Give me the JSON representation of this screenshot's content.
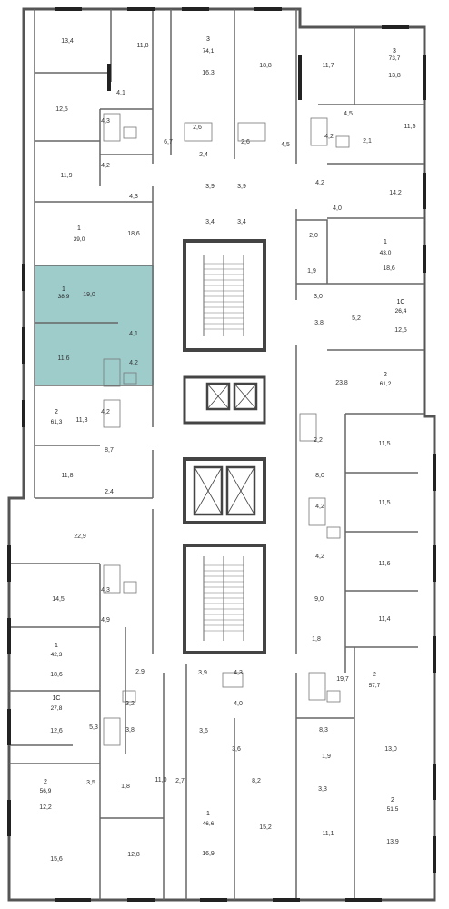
{
  "highlight_color": "#9ecccb",
  "wall_color": "#555555",
  "apartments": [
    {
      "id": "a01",
      "rooms": "3",
      "area": "74,1"
    },
    {
      "id": "a02",
      "rooms": "3",
      "area": "73,7"
    },
    {
      "id": "a03",
      "rooms": "1",
      "area": "39,0"
    },
    {
      "id": "a04",
      "rooms": "1",
      "area": "43,0"
    },
    {
      "id": "a05",
      "rooms": "1",
      "area": "38,9",
      "highlighted": true
    },
    {
      "id": "a06",
      "rooms": "1С",
      "area": "26,4"
    },
    {
      "id": "a07",
      "rooms": "2",
      "area": "61,2"
    },
    {
      "id": "a08",
      "rooms": "2",
      "area": "61,3"
    },
    {
      "id": "a09",
      "rooms": "2",
      "area": "57,7"
    },
    {
      "id": "a10",
      "rooms": "1",
      "area": "42,3"
    },
    {
      "id": "a11",
      "rooms": "1С",
      "area": "27,8"
    },
    {
      "id": "a12",
      "rooms": "2",
      "area": "56,9"
    },
    {
      "id": "a13",
      "rooms": "2",
      "area": "51,5"
    },
    {
      "id": "a14",
      "rooms": "1",
      "area": "46,6"
    }
  ],
  "rooms": [
    {
      "id": "r001",
      "area": "13,4"
    },
    {
      "id": "r002",
      "area": "11,8"
    },
    {
      "id": "r003",
      "area": "16,3"
    },
    {
      "id": "r004",
      "area": "18,8"
    },
    {
      "id": "r005",
      "area": "11,7"
    },
    {
      "id": "r006",
      "area": "13,8"
    },
    {
      "id": "r007",
      "area": "4,1"
    },
    {
      "id": "r008",
      "area": "12,5"
    },
    {
      "id": "r009",
      "area": "4,3"
    },
    {
      "id": "r010",
      "area": "2,6"
    },
    {
      "id": "r011",
      "area": "6,7"
    },
    {
      "id": "r012",
      "area": "2,6"
    },
    {
      "id": "r013",
      "area": "4,5"
    },
    {
      "id": "r014",
      "area": "4,5"
    },
    {
      "id": "r015",
      "area": "11,5"
    },
    {
      "id": "r016",
      "area": "4,2"
    },
    {
      "id": "r017",
      "area": "2,1"
    },
    {
      "id": "r018",
      "area": "4,2"
    },
    {
      "id": "r019",
      "area": "2,4"
    },
    {
      "id": "r020",
      "area": "11,9"
    },
    {
      "id": "r021",
      "area": "4,3"
    },
    {
      "id": "r022",
      "area": "3,9"
    },
    {
      "id": "r023",
      "area": "3,9"
    },
    {
      "id": "r024",
      "area": "4,2"
    },
    {
      "id": "r025",
      "area": "14,2"
    },
    {
      "id": "r026",
      "area": "4,0"
    },
    {
      "id": "r027",
      "area": "3,4"
    },
    {
      "id": "r028",
      "area": "3,4"
    },
    {
      "id": "r029",
      "area": "18,6"
    },
    {
      "id": "r030",
      "area": "2,0"
    },
    {
      "id": "r031",
      "area": "1,9"
    },
    {
      "id": "r032",
      "area": "18,6"
    },
    {
      "id": "r033",
      "area": "19,0"
    },
    {
      "id": "r034",
      "area": "3,0"
    },
    {
      "id": "r035",
      "area": "5,2"
    },
    {
      "id": "r036",
      "area": "12,5"
    },
    {
      "id": "r037",
      "area": "3,8"
    },
    {
      "id": "r038",
      "area": "4,1"
    },
    {
      "id": "r039",
      "area": "11,6"
    },
    {
      "id": "r040",
      "area": "4,2"
    },
    {
      "id": "r041",
      "area": "23,8"
    },
    {
      "id": "r042",
      "area": "4,2"
    },
    {
      "id": "r043",
      "area": "11,3"
    },
    {
      "id": "r044",
      "area": "2,2"
    },
    {
      "id": "r045",
      "area": "11,5"
    },
    {
      "id": "r046",
      "area": "8,7"
    },
    {
      "id": "r047",
      "area": "8,0"
    },
    {
      "id": "r048",
      "area": "11,8"
    },
    {
      "id": "r049",
      "area": "2,4"
    },
    {
      "id": "r050",
      "area": "4,2"
    },
    {
      "id": "r051",
      "area": "11,5"
    },
    {
      "id": "r052",
      "area": "22,9"
    },
    {
      "id": "r053",
      "area": "4,2"
    },
    {
      "id": "r054",
      "area": "11,6"
    },
    {
      "id": "r055",
      "area": "4,3"
    },
    {
      "id": "r056",
      "area": "14,5"
    },
    {
      "id": "r057",
      "area": "9,0"
    },
    {
      "id": "r058",
      "area": "11,4"
    },
    {
      "id": "r059",
      "area": "4,9"
    },
    {
      "id": "r060",
      "area": "1,8"
    },
    {
      "id": "r061",
      "area": "18,6"
    },
    {
      "id": "r062",
      "area": "2,9"
    },
    {
      "id": "r063",
      "area": "3,9"
    },
    {
      "id": "r064",
      "area": "4,3"
    },
    {
      "id": "r065",
      "area": "19,7"
    },
    {
      "id": "r066",
      "area": "4,0"
    },
    {
      "id": "r067",
      "area": "3,2"
    },
    {
      "id": "r068",
      "area": "5,3"
    },
    {
      "id": "r069",
      "area": "3,8"
    },
    {
      "id": "r070",
      "area": "12,6"
    },
    {
      "id": "r071",
      "area": "3,6"
    },
    {
      "id": "r072",
      "area": "3,6"
    },
    {
      "id": "r073",
      "area": "8,3"
    },
    {
      "id": "r074",
      "area": "1,9"
    },
    {
      "id": "r075",
      "area": "13,0"
    },
    {
      "id": "r076",
      "area": "11,0"
    },
    {
      "id": "r077",
      "area": "3,5"
    },
    {
      "id": "r078",
      "area": "1,8"
    },
    {
      "id": "r079",
      "area": "2,7"
    },
    {
      "id": "r080",
      "area": "8,2"
    },
    {
      "id": "r081",
      "area": "3,3"
    },
    {
      "id": "r082",
      "area": "12,2"
    },
    {
      "id": "r083",
      "area": "15,2"
    },
    {
      "id": "r084",
      "area": "11,1"
    },
    {
      "id": "r085",
      "area": "13,9"
    },
    {
      "id": "r086",
      "area": "15,6"
    },
    {
      "id": "r087",
      "area": "12,8"
    },
    {
      "id": "r088",
      "area": "16,9"
    }
  ]
}
